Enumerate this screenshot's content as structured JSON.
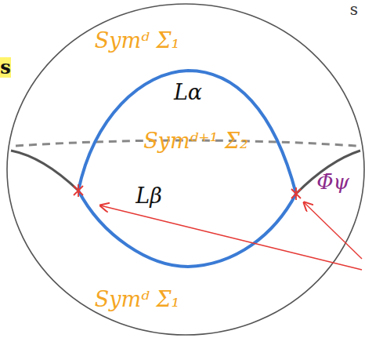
{
  "diagram": {
    "labels": [
      "s",
      "s",
      "Symᵈ Σ₁",
      "Lα",
      "Symᵈ⁺¹ Σ₂",
      "Φ̄ψ",
      "Lβ",
      "Symᵈ Σ₁"
    ]
  }
}
